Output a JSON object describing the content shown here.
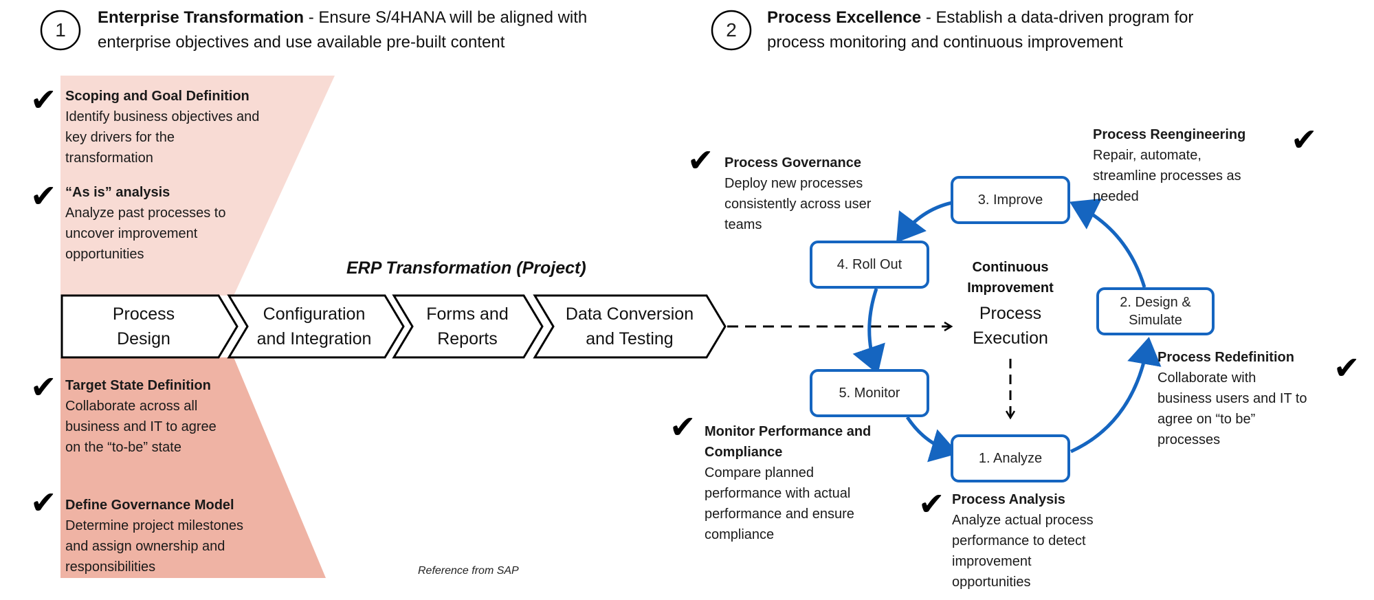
{
  "section1": {
    "number": "1",
    "title": "Enterprise Transformation",
    "line1_rest": " - Ensure S/4HANA will be aligned with",
    "line2": "enterprise objectives and use available pre-built content"
  },
  "section2": {
    "number": "2",
    "title": "Process Excellence",
    "line1_rest": " - Establish a data-driven program for",
    "line2": "process monitoring and continuous improvement"
  },
  "left_items": [
    {
      "title": "Scoping and Goal Definition",
      "lines": [
        "Identify business objectives and",
        "key drivers for the",
        "transformation"
      ]
    },
    {
      "title": "“As is” analysis",
      "lines": [
        "Analyze past processes to",
        "uncover improvement",
        "opportunities"
      ]
    },
    {
      "title": "Target State Definition",
      "lines": [
        "Collaborate across all",
        "business and IT to agree",
        "on the “to-be” state"
      ]
    },
    {
      "title": "Define Governance Model",
      "lines": [
        "Determine project milestones",
        "and assign ownership and",
        "responsibilities"
      ]
    }
  ],
  "project_label": "ERP Transformation (Project)",
  "chevrons": [
    {
      "line1": "Process",
      "line2": "Design"
    },
    {
      "line1": "Configuration",
      "line2": "and Integration"
    },
    {
      "line1": "Forms and",
      "line2": "Reports"
    },
    {
      "line1": "Data Conversion",
      "line2": "and Testing"
    }
  ],
  "cycle_boxes": {
    "improve": "3. Improve",
    "rollout": "4. Roll Out",
    "design_line1": "2. Design &",
    "design_line2": "Simulate",
    "monitor": "5. Monitor",
    "analyze": "1. Analyze"
  },
  "center": {
    "line1": "Continuous",
    "line2": "Improvement",
    "line3": "Process",
    "line4": "Execution"
  },
  "right_items": {
    "governance": {
      "title": "Process Governance",
      "lines": [
        "Deploy new processes",
        "consistently across user",
        "teams"
      ]
    },
    "reengineering": {
      "title": "Process Reengineering",
      "lines": [
        "Repair, automate,",
        "streamline processes as",
        "needed"
      ]
    },
    "redefinition": {
      "title": "Process Redefinition",
      "lines": [
        "Collaborate with",
        "business users and IT to",
        "agree on “to be”",
        "processes"
      ]
    },
    "monitor_perf": {
      "title_line1": "Monitor Performance and",
      "title_line2": "Compliance",
      "lines": [
        "Compare planned",
        "performance with actual",
        "performance and ensure",
        "compliance"
      ]
    },
    "analysis": {
      "title": "Process Analysis",
      "lines": [
        "Analyze actual process",
        "performance to detect",
        "improvement",
        "opportunities"
      ]
    }
  },
  "check_glyph": "✔",
  "reference": "Reference from SAP",
  "colors": {
    "band_light": "#f8dbd4",
    "band_dark": "#efb3a4",
    "cycle_blue": "#1565c0",
    "text": "#1a1a1a"
  }
}
